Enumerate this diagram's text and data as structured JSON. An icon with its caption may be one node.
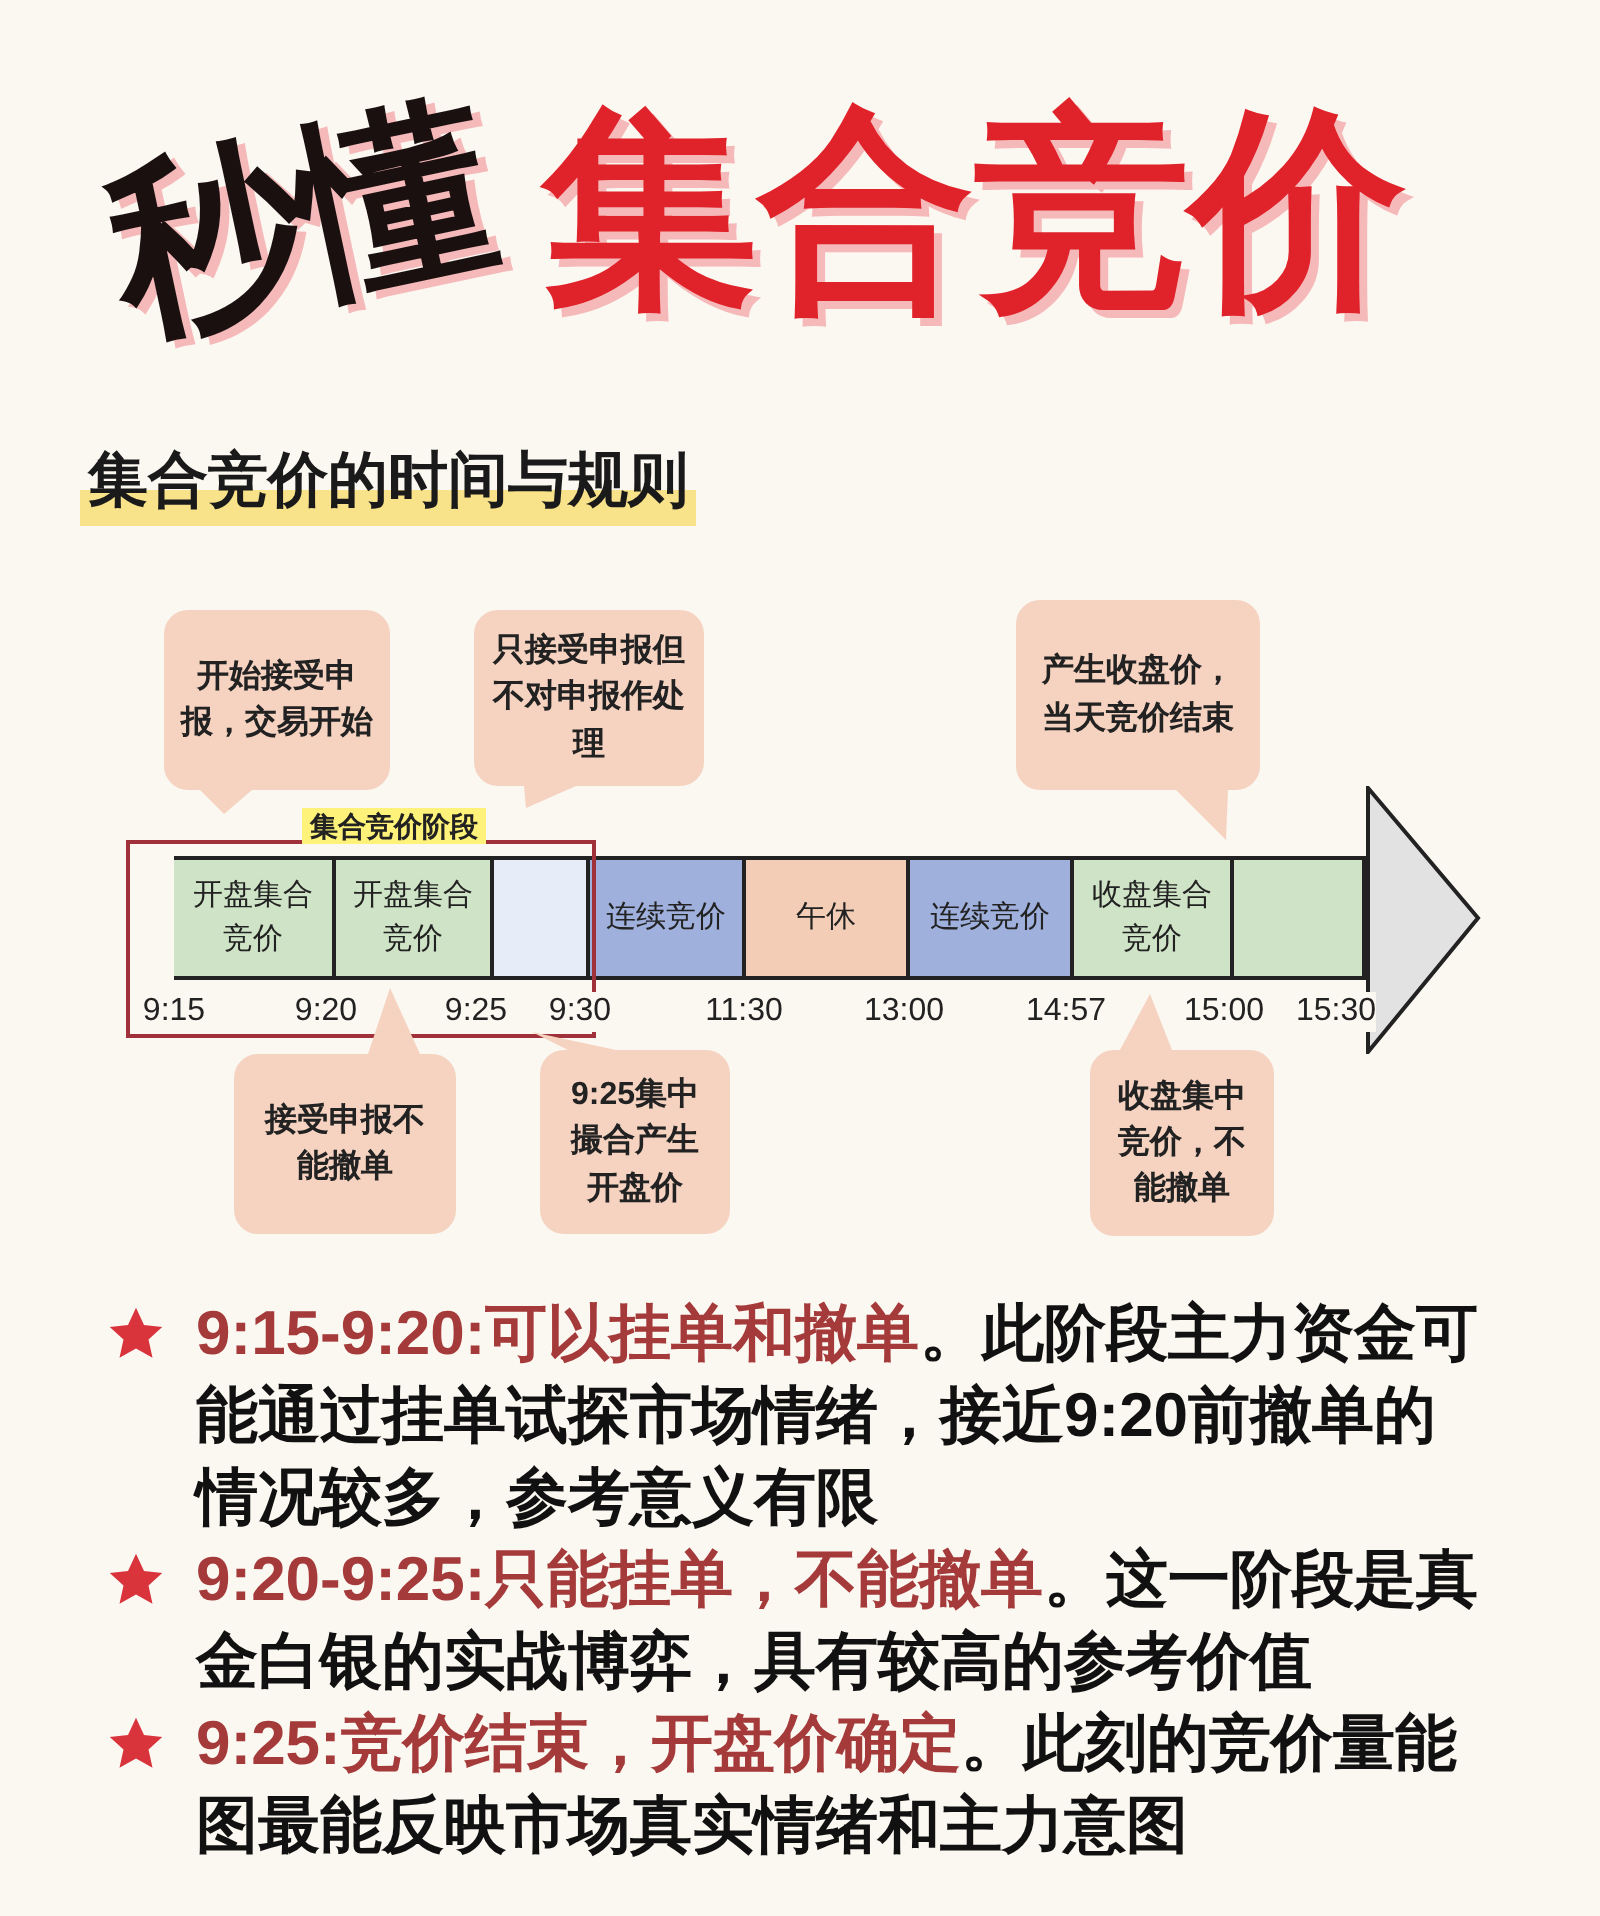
{
  "diagram": {
    "title": "**秒懂**集合竞价",
    "nodes": [
      {
        "text": [
          "开始接受申报，交易开始"
        ]
      },
      {
        "text": [
          "只接受申报但不对申报作处理"
        ]
      },
      {
        "text": [
          "产生收盘价，当天竞价结束"
        ]
      },
      {
        "text": [
          "集合竞价阶段"
        ]
      },
      {
        "text": [
          "开盘集合竞价"
        ],
        "in": 3
      },
      {
        "text": [
          "开盘集合竞价"
        ],
        "in": 3
      },
      {
        "text": [],
        "shape": "box",
        "in": 3
      },
      {
        "text": [
          "连续竞价"
        ]
      },
      {
        "text": [
          "午休"
        ]
      },
      {
        "text": [
          "连续竞价"
        ]
      },
      {
        "text": [
          "收盘集合竞价"
        ]
      },
      {
        "text": [],
        "shape": "box"
      },
      {
        "text": [
          "接受申报不能撤单"
        ]
      },
      {
        "text": [
          "9:25集中撮合产生开盘价"
        ]
      },
      {
        "text": [
          "收盘集中竞价，不能撤单"
        ]
      }
    ],
    "labels": [
      "集合竞价的时间与规则",
      "9:15",
      "9:20",
      "9:25",
      "9:30",
      "11:30",
      "13:00",
      "14:57",
      "15:00",
      "15:30",
      "**9:15-9:20:可以挂单和撤单**。此阶段主力资金可能通过挂单试探市场情绪，接近9:20前撤单的情况较多，参考意义有限",
      "**9:20-9:25:只能挂单，不能撤单**。这一阶段是真金白银的实战博弈，具有较高的参考价值",
      "**9:25:竞价结束，开盘价确定**。此刻的竞价量能图最能反映市场真实情绪和主力意图"
    ]
  }
}
